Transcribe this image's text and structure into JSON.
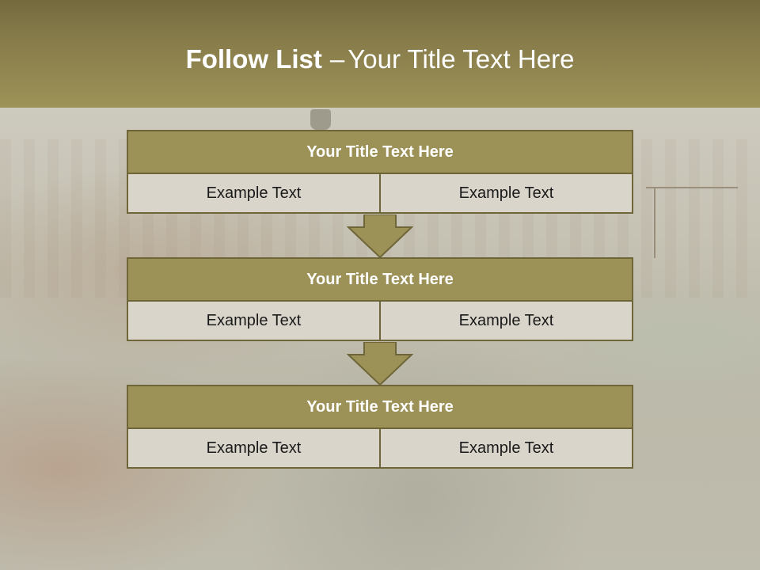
{
  "slide": {
    "title_bold": "Follow List",
    "title_dash": "–",
    "title_rest": "Your Title Text Here"
  },
  "blocks": [
    {
      "title": "Your Title Text Here",
      "left": "Example Text",
      "right": "Example Text"
    },
    {
      "title": "Your Title Text Here",
      "left": "Example Text",
      "right": "Example Text"
    },
    {
      "title": "Your Title Text Here",
      "left": "Example Text",
      "right": "Example Text"
    }
  ],
  "colors": {
    "header": "#9d9257",
    "block_title": "#9c9157",
    "block_border": "#6e6638",
    "cell_bg": "#d9d5cb"
  },
  "icons": [
    "down-arrow-icon"
  ]
}
